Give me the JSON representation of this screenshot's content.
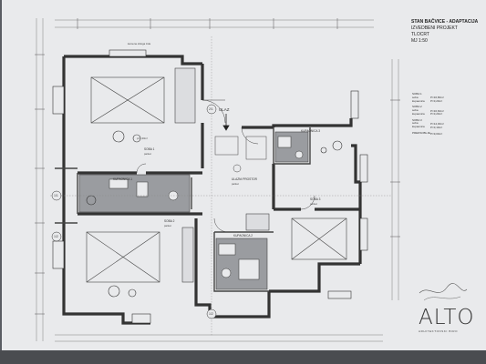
{
  "title_block": {
    "title": "STAN BAČVICE - ADAPTACIJA",
    "phase": "IZVEDBENI PROJEKT",
    "drawing": "TLOCRT",
    "scale": "MJ 1:50"
  },
  "legend": {
    "lines": [
      "SOBA 1",
      "soba",
      "kupaonica",
      "SOBA 2",
      "soba",
      "kupaonica",
      "SOBA 3",
      "soba",
      "kupaonica",
      "PREDSOBLJE"
    ],
    "areas": [
      "P=16,80m²",
      "P=3,20m²",
      "P=16,60m²",
      "P=3,20m²",
      "P=14,00m²",
      "P=3,10m²",
      "P=9,00m²"
    ]
  },
  "labels": {
    "entrance": "ULAZ",
    "entrance_axis": "2/1",
    "axis_left": "1/1",
    "axis_bottom": "1/2",
    "axis_left_lower": "1/2",
    "soba1": "SOBA 1",
    "soba2": "SOBA 2",
    "soba3": "SOBA 3",
    "kupaonica1": "KUPAONICA 1",
    "kupaonica2": "KUPAONICA 2",
    "kupaonica3": "KUPAONICA 3",
    "hall": "ULAZNI PROSTOR",
    "room_note": "parket",
    "stone_wall": "kamena obloga zida",
    "dim_note": "p=1,30m²"
  },
  "logo": {
    "word": "ALTO",
    "sub": "ARHITEKTONSKI BIRO"
  },
  "colors": {
    "paper": "#e9eaec",
    "background": "#5a5d63",
    "wall": "#3a3a3a",
    "bathroom_fill": "#9a9ca0"
  }
}
